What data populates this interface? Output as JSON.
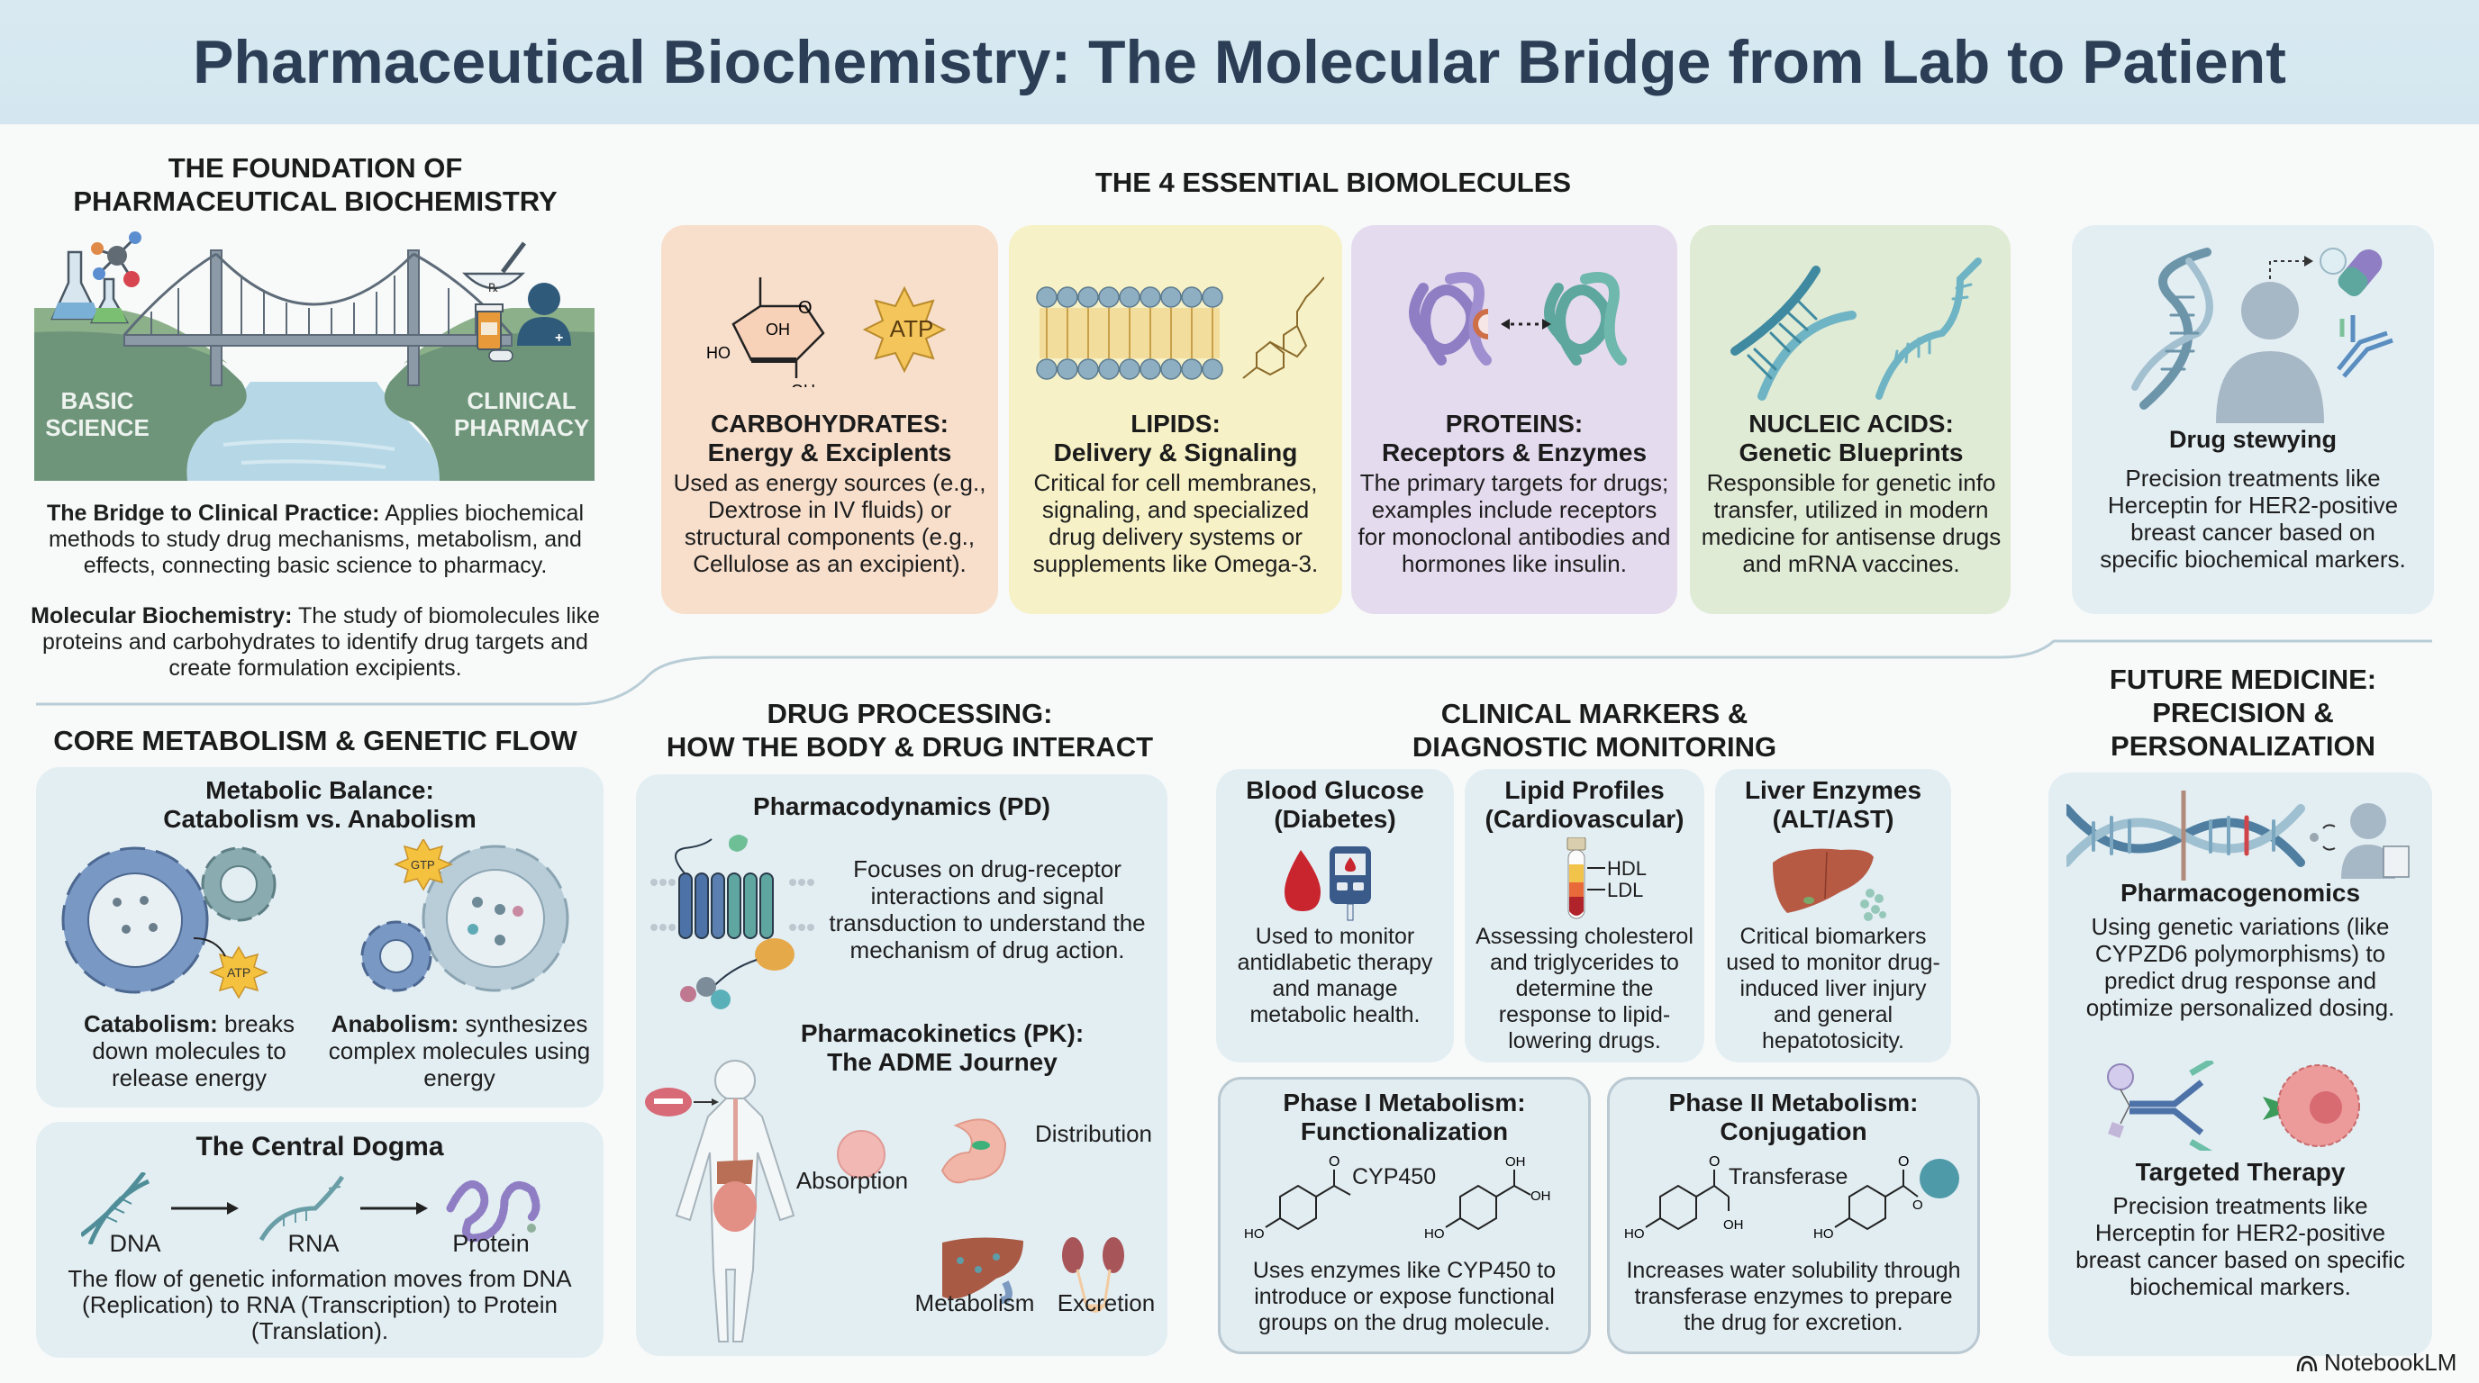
{
  "title": "Pharmaceutical Biochemistry: The Molecular Bridge from Lab to Patient",
  "foundation": {
    "heading": "THE FOUNDATION OF PHARMACEUTICAL BIOCHEMISTRY",
    "heading_line1": "THE FOUNDATION OF",
    "heading_line2": "PHARMACEUTICAL BIOCHEMISTRY",
    "left_bank_label_1": "BASIC",
    "left_bank_label_2": "SCIENCE",
    "right_bank_label_1": "CLINICAL",
    "right_bank_label_2": "PHARMACY",
    "rx_symbol": "℞",
    "bridge_term": "The Bridge to Clinical Practice:",
    "bridge_text": " Applies biochemical methods to study drug mechanisms, metabolism, and effects, connecting basic science to pharmacy.",
    "molecular_term": "Molecular Biochemistry:",
    "molecular_text": " The study of biomolecules like proteins and carbohydrates to identify drug targets and create formulation excipients."
  },
  "biomolecules": {
    "heading": "THE 4 ESSENTIAL BIOMOLECULES",
    "cards": [
      {
        "name": "CARBOHYDRATES:",
        "subtitle": "Energy & Exciplents",
        "text": "Used as energy sources (e.g., Dextrose in IV fluids) or structural components (e.g., Cellulose as an excipient).",
        "badge": "ATP",
        "labels": [
          "OH",
          "HO",
          "OH",
          "O"
        ],
        "color": "#f8dfcc"
      },
      {
        "name": "LIPIDS:",
        "subtitle": "Delivery & Signaling",
        "text": "Critical for cell membranes, signaling, and specialized drug delivery systems or supplements like Omega-3.",
        "color": "#f6f1c6"
      },
      {
        "name": "PROTEINS:",
        "subtitle": "Receptors & Enzymes",
        "text": "The primary targets for drugs; examples include receptors for monoclonal antibodies and hormones like insulin.",
        "color": "#e5dbee"
      },
      {
        "name": "NUCLEIC ACIDS:",
        "subtitle": "Genetic Blueprints",
        "text": "Responsible for genetic info transfer, utilized in modern medicine for antisense drugs and mRNA vaccines.",
        "color": "#e0ebd6"
      }
    ],
    "extra_card": {
      "title": "Drug stewying",
      "text": "Precision treatments like Herceptin for HER2-positive breast cancer based on specific biochemical markers."
    }
  },
  "core_metabolism": {
    "heading": "CORE METABOLISM & GENETIC FLOW",
    "balance_title_1": "Metabolic Balance:",
    "balance_title_2": "Catabolism vs. Anabolism",
    "atp_badge": "ATP",
    "gtp_badge": "GTP",
    "catabolism_term": "Catabolism:",
    "catabolism_text": " breaks down molecules to release energy",
    "anabolism_term": "Anabolism:",
    "anabolism_text": " synthesizes complex molecules using energy",
    "dogma_title": "The Central Dogma",
    "dogma_steps": [
      "DNA",
      "RNA",
      "Protein"
    ],
    "dogma_text": "The flow of genetic information moves from DNA (Replication) to RNA (Transcription) to Protein (Translation)."
  },
  "drug_processing": {
    "heading_1": "DRUG PROCESSING:",
    "heading_2": "HOW THE BODY & DRUG INTERACT",
    "pd_title": "Pharmacodynamics (PD)",
    "pd_text": "Focuses on drug-receptor interactions and signal transduction to understand the mechanism of drug action.",
    "pk_title_1": "Pharmacokinetics (PK):",
    "pk_title_2": "The ADME Journey",
    "adme": [
      "Absorption",
      "Distribution",
      "Metabolism",
      "Excretion"
    ]
  },
  "clinical": {
    "heading_1": "CLINICAL MARKERS &",
    "heading_2": "DIAGNOSTIC MONITORING",
    "markers": [
      {
        "title_1": "Blood Glucose",
        "title_2": "(Diabetes)",
        "text": "Used to monitor antidlabetic therapy and manage metabolic health."
      },
      {
        "title_1": "Lipid Profiles",
        "title_2": "(Cardiovascular)",
        "text": "Assessing cholesterol and triglycerides to determine the response to lipid-lowering drugs.",
        "tube_labels": [
          "HDL",
          "LDL"
        ]
      },
      {
        "title_1": "Liver Enzymes",
        "title_2": "(ALT/AST)",
        "text": "Critical biomarkers used to monitor drug-induced liver injury and general hepatotosicity."
      }
    ],
    "phase1": {
      "title_1": "Phase I Metabolism:",
      "title_2": "Functionalization",
      "enzyme": "CYP450",
      "text": "Uses enzymes like CYP450 to introduce or expose functional groups on the drug molecule.",
      "labels": [
        "O",
        "HO",
        "OH",
        "OH",
        "HO"
      ]
    },
    "phase2": {
      "title_1": "Phase II Metabolism:",
      "title_2": "Conjugation",
      "enzyme": "Transferase",
      "text": "Increases water solubility through transferase enzymes to prepare the drug for excretion.",
      "labels": [
        "O",
        "HO",
        "OH",
        "O",
        "HO",
        "O"
      ]
    }
  },
  "future": {
    "heading_1": "FUTURE MEDICINE:",
    "heading_2": "PRECISION &",
    "heading_3": "PERSONALIZATION",
    "pgx_title": "Pharmacogenomics",
    "pgx_text": "Using genetic variations (like CYPZD6 polymorphisms) to predict drug response and optimize personalized dosing.",
    "tt_title": "Targeted Therapy",
    "tt_text": "Precision treatments like Herceptin for HER2-positive breast cancer based on specific biochemical markers."
  },
  "watermark": "NotebookLM"
}
